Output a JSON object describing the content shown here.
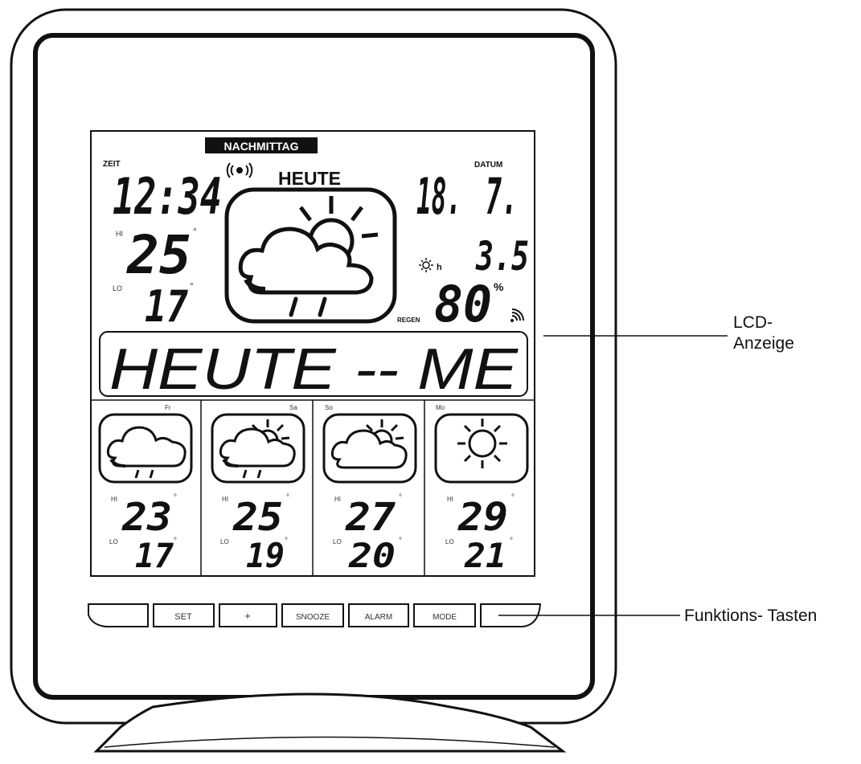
{
  "lcd": {
    "period_badge": "NACHMITTAG",
    "zeit_label": "ZEIT",
    "time": "12:34",
    "datum_label": "DATUM",
    "date_day": "18.",
    "date_month": "7.",
    "heute_label": "HEUTE",
    "hi_label": "HI",
    "lo_label": "LO",
    "hi_temp": "25",
    "lo_temp": "17",
    "sun_hours": "3.5",
    "sun_hours_unit": "h",
    "regen_label": "REGEN",
    "rain_value": "80",
    "rain_unit": "%",
    "degree": "°",
    "text_line": "HEUTE -- ME",
    "forecast": [
      {
        "day": "Fr",
        "hi": "23",
        "lo": "17",
        "icon": "rain-cloud-icon"
      },
      {
        "day": "Sa",
        "hi": "25",
        "lo": "19",
        "icon": "sun-cloud-rain-icon"
      },
      {
        "day": "So",
        "hi": "27",
        "lo": "20",
        "icon": "sun-cloud-icon"
      },
      {
        "day": "Mo",
        "hi": "29",
        "lo": "21",
        "icon": "sun-icon"
      }
    ]
  },
  "buttons": {
    "left_blank": "",
    "set": "SET",
    "plus": "+",
    "snooze": "SNOOZE",
    "alarm": "ALARM",
    "mode": "MODE",
    "right_blank": ""
  },
  "callouts": {
    "lcd_line1": "LCD-",
    "lcd_line2": "Anzeige",
    "keys": "Funktions- Tasten"
  }
}
